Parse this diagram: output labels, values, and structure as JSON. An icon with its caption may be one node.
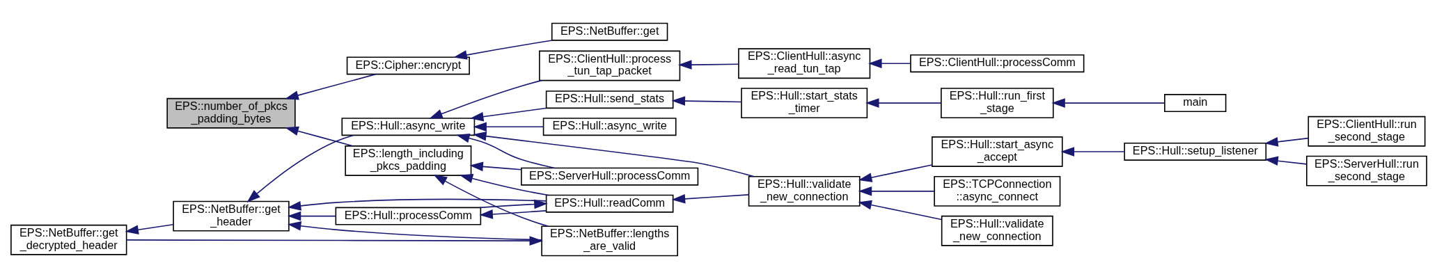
{
  "diagram": {
    "nodes": [
      {
        "text": [
          "EPS::number_of_pkcs _padding_bytes"
        ]
      },
      {
        "text": [
          "EPS::Cipher::encrypt"
        ]
      },
      {
        "text": [
          "EPS::length_including _pkcs_padding"
        ]
      },
      {
        "text": [
          "EPS::NetBuffer::get"
        ]
      },
      {
        "text": [
          "EPS::NetBuffer::lengths _are_valid"
        ]
      },
      {
        "text": [
          "EPS::NetBuffer::get _decrypted_header"
        ]
      },
      {
        "text": [
          "EPS::NetBuffer::get _header"
        ]
      },
      {
        "text": [
          "EPS::Hull::readComm"
        ]
      },
      {
        "text": [
          "EPS::Hull::async_write"
        ]
      },
      {
        "text": [
          "EPS::Hull::processComm"
        ]
      },
      {
        "text": [
          "EPS::Hull::validate _new_connection"
        ]
      },
      {
        "text": [
          "EPS::ClientHull::process _tun_tap_packet"
        ]
      },
      {
        "text": [
          "EPS::Hull::send_stats"
        ]
      },
      {
        "text": [
          "EPS::Hull::async_write"
        ]
      },
      {
        "text": [
          "EPS::ServerHull::processComm"
        ]
      },
      {
        "text": [
          "EPS::Hull::validate _new_connection"
        ]
      },
      {
        "text": [
          "EPS::Hull::start_async _accept"
        ]
      },
      {
        "text": [
          "EPS::TCPConnection ::async_connect"
        ]
      },
      {
        "text": [
          "EPS::ClientHull::async _read_tun_tap"
        ]
      },
      {
        "text": [
          "EPS::Hull::start_stats _timer"
        ]
      },
      {
        "text": [
          "EPS::Hull::setup_listener"
        ]
      },
      {
        "text": [
          "EPS::ClientHull::processComm"
        ]
      },
      {
        "text": [
          "EPS::Hull::run_first _stage"
        ]
      },
      {
        "text": [
          "EPS::ClientHull::run _second_stage"
        ]
      },
      {
        "text": [
          "EPS::ServerHull::run _second_stage"
        ]
      },
      {
        "text": [
          "main"
        ]
      }
    ],
    "edges": [
      {
        "from": 1,
        "to": 0,
        "arrow": "to"
      },
      {
        "from": 2,
        "to": 0,
        "arrow": "to"
      },
      {
        "from": 3,
        "to": 1,
        "arrow": "to"
      },
      {
        "from": 7,
        "to": 2,
        "arrow": "to"
      },
      {
        "from": 4,
        "to": 2,
        "arrow": "to"
      },
      {
        "from": 14,
        "to": 2,
        "arrow": "to"
      },
      {
        "from": 5,
        "to": 4,
        "arrow": "to"
      },
      {
        "from": 6,
        "to": 5,
        "arrow": "to"
      },
      {
        "from": 4,
        "to": 6,
        "arrow": "to"
      },
      {
        "from": 7,
        "to": 6,
        "arrow": "to"
      },
      {
        "from": 8,
        "to": 6,
        "arrow": "to"
      },
      {
        "from": 9,
        "to": 6,
        "arrow": "to"
      },
      {
        "from": 9,
        "to": 7,
        "arrow": "to"
      },
      {
        "from": 7,
        "to": 9,
        "arrow": "to"
      },
      {
        "from": 10,
        "to": 7,
        "arrow": "to"
      },
      {
        "from": 10,
        "to": 8,
        "arrow": "to"
      },
      {
        "from": 11,
        "to": 8,
        "arrow": "to"
      },
      {
        "from": 12,
        "to": 8,
        "arrow": "to"
      },
      {
        "from": 13,
        "to": 8,
        "arrow": "to"
      },
      {
        "from": 14,
        "to": 8,
        "arrow": "to"
      },
      {
        "from": 15,
        "to": 10,
        "arrow": "to"
      },
      {
        "from": 16,
        "to": 10,
        "arrow": "to"
      },
      {
        "from": 17,
        "to": 10,
        "arrow": "to"
      },
      {
        "from": 18,
        "to": 11,
        "arrow": "to"
      },
      {
        "from": 19,
        "to": 12,
        "arrow": "to"
      },
      {
        "from": 20,
        "to": 16,
        "arrow": "to"
      },
      {
        "from": 21,
        "to": 18,
        "arrow": "to"
      },
      {
        "from": 22,
        "to": 19,
        "arrow": "to"
      },
      {
        "from": 23,
        "to": 20,
        "arrow": "to"
      },
      {
        "from": 24,
        "to": 20,
        "arrow": "to"
      },
      {
        "from": 25,
        "to": 22,
        "arrow": "to"
      }
    ]
  }
}
